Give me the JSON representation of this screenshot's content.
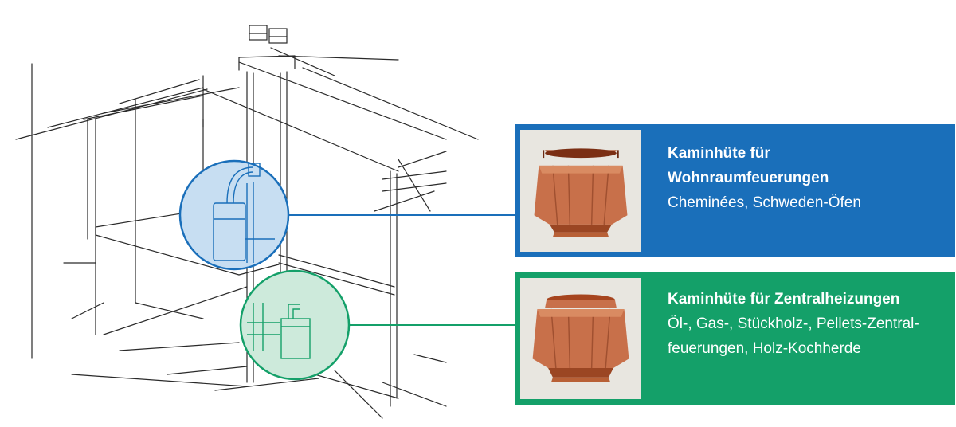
{
  "cards": [
    {
      "title_line1": "Kaminhüte für",
      "title_line2": "Wohnraumfeuerungen",
      "subtitle": "Cheminées, Schweden-Öfen"
    },
    {
      "title_line1": "Kaminhüte für Zentralheizungen",
      "subtitle_line1": "Öl-, Gas-, Stückholz-, Pellets-Zentral-",
      "subtitle_line2": "feuerungen, Holz-Kochherde"
    }
  ],
  "colors": {
    "blue": "#1a6fba",
    "green": "#14a069",
    "copper": "#c8704a"
  }
}
